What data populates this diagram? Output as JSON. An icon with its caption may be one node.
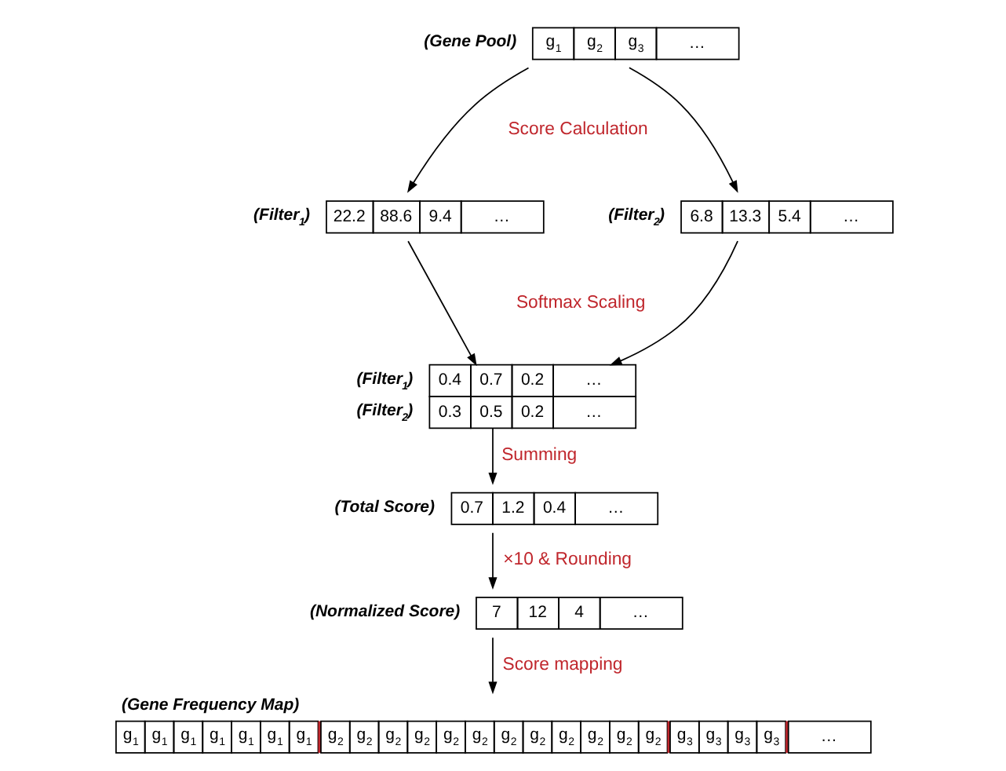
{
  "diagram": {
    "nodes": [
      {
        "text": [
          "(Gene Pool)",
          "g$_{1}$",
          "g$_{2}$",
          "g$_{3}$",
          "…"
        ]
      },
      {
        "text": [
          "(Filter$_{1}$)",
          "22.2",
          "88.6",
          "9.4",
          "…"
        ]
      },
      {
        "text": [
          "(Filter$_{2}$)",
          "6.8",
          "13.3",
          "5.4",
          "…"
        ]
      },
      {
        "text": [
          "(Filter$_{1}$)",
          "0.4",
          "0.7",
          "0.2",
          "…",
          "(Filter$_{2}$)",
          "0.3",
          "0.5",
          "0.2",
          "…"
        ]
      },
      {
        "text": [
          "(Total Score)",
          "0.7",
          "1.2",
          "0.4",
          "…"
        ]
      },
      {
        "text": [
          "(Normalized Score)",
          "7",
          "12",
          "4",
          "…"
        ]
      },
      {
        "text": [
          "(Gene Frequency Map)",
          "g$_{1}$",
          "g$_{1}$",
          "g$_{1}$",
          "g$_{1}$",
          "g$_{1}$",
          "g$_{1}$",
          "g$_{1}$",
          "g$_{2}$",
          "g$_{2}$",
          "g$_{2}$",
          "g$_{2}$",
          "g$_{2}$",
          "g$_{2}$",
          "g$_{2}$",
          "g$_{2}$",
          "g$_{2}$",
          "g$_{2}$",
          "g$_{2}$",
          "g$_{2}$",
          "g$_{3}$",
          "g$_{3}$",
          "g$_{3}$",
          "g$_{3}$",
          "…"
        ]
      }
    ],
    "edges": [
      {
        "from": 0,
        "to": 1,
        "arrow": "to"
      },
      {
        "from": 0,
        "to": 2,
        "arrow": "to"
      },
      {
        "from": 1,
        "to": 3,
        "arrow": "to"
      },
      {
        "from": 2,
        "to": 3,
        "arrow": "to"
      },
      {
        "from": 3,
        "to": 4,
        "arrow": "to",
        "label": "Summing"
      },
      {
        "from": 4,
        "to": 5,
        "arrow": "to",
        "label": "×10 & Rounding"
      },
      {
        "from": 5,
        "to": 6,
        "arrow": "to",
        "label": "Score mapping"
      }
    ],
    "labels": [
      "Score Calculation",
      "Softmax Scaling"
    ]
  }
}
